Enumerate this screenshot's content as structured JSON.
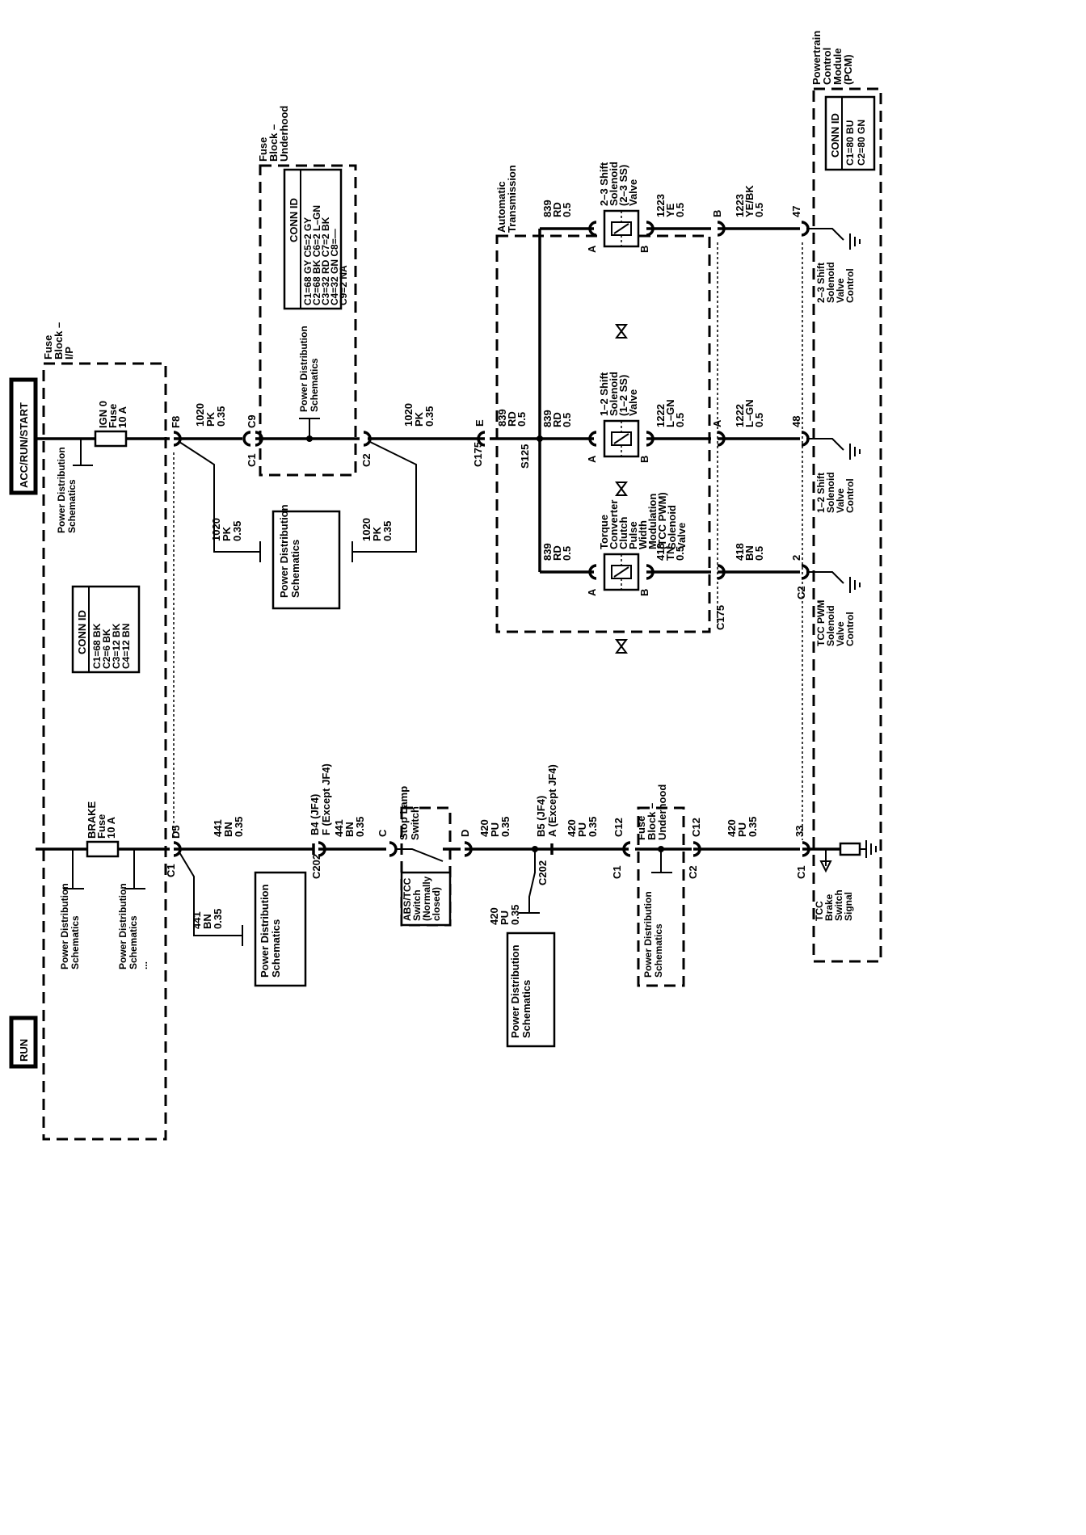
{
  "power": {
    "acc_run_start": "ACC/RUN/START",
    "run": "RUN"
  },
  "modules": {
    "fuse_block_ip": [
      "Fuse",
      "Block –",
      "I/P"
    ],
    "fuse_block_underhood": [
      "Fuse",
      "Block –",
      "Underhood"
    ],
    "fuse_block_underhood_lower": [
      "Fuse",
      "Block –",
      "Underhood"
    ],
    "automatic_transmission": [
      "Automatic",
      "Transmission"
    ],
    "pcm": [
      "Powertrain",
      "Control",
      "Module",
      "(PCM)"
    ]
  },
  "fuses": {
    "ign0": [
      "IGN 0",
      "Fuse",
      "10 A"
    ],
    "brake": [
      "BRAKE",
      "Fuse",
      "10 A"
    ]
  },
  "conn_ids": {
    "ip": {
      "title": "CONN ID",
      "lines": [
        "C1=68 BK",
        "C2=6 BK",
        "C3=12 BK",
        "C4=12 BN"
      ]
    },
    "underhood": {
      "title": "CONN ID",
      "lines": [
        "C1=68 GY  C5=2 GY",
        "C2=68 BK  C6=2 L–GN",
        "C3=32 RD  C7=2 BK",
        "C4=32 GN  C8=—",
        "                 C9=2 NA"
      ]
    },
    "pcm": {
      "title": "CONN ID",
      "lines": [
        "C1=80 BU",
        "C2=80 GN"
      ]
    }
  },
  "power_dist": {
    "label": [
      "Power Distribution",
      "Schematics"
    ],
    "partial": [
      "Power Distribution",
      "Schematics",
      "..."
    ]
  },
  "connectors": {
    "f8": "F8",
    "c1_upper": "C1",
    "c9": "C9",
    "c2_upper": "C2",
    "e": "E",
    "c175_left": "C175",
    "c175_bottom": "C175",
    "s125": "S125",
    "d5": "D5",
    "c1_ip": "C1",
    "b4": "B4 (JF4)",
    "f_except": "F (Except JF4)",
    "c202_top": "C202",
    "c_pin": "C",
    "d_pin": "D",
    "b5": "B5 (JF4)",
    "a_except": "A (Except JF4)",
    "c202_bot": "C202",
    "c12_a": "C12",
    "c1_lower": "C1",
    "c12_b": "C12",
    "c2_lower": "C2",
    "c1_pcm": "C1",
    "pin33": "33",
    "c2_pcm": "C2",
    "pin2": "2",
    "pin48": "48",
    "pin47": "47",
    "pin_a_1": "A",
    "pin_b_1": "B",
    "pin_a_2": "A",
    "pin_b_2": "B",
    "pin_a_3": "A",
    "pin_b_3": "B",
    "trans_a": "A",
    "trans_b": "B"
  },
  "wires": {
    "w1020_a": [
      "1020",
      "PK",
      "0.35"
    ],
    "w1020_b": [
      "1020",
      "PK",
      "0.35"
    ],
    "w1020_c": [
      "1020",
      "PK",
      "0.35"
    ],
    "w1020_d": [
      "1020",
      "PK",
      "0.35"
    ],
    "w839_a": [
      "839",
      "RD",
      "0.5"
    ],
    "w839_b": [
      "839",
      "RD",
      "0.5"
    ],
    "w839_c": [
      "839",
      "RD",
      "0.5"
    ],
    "w839_d": [
      "839",
      "RD",
      "0.5"
    ],
    "w418_a": [
      "418",
      "TN",
      "0.5"
    ],
    "w418_b": [
      "418",
      "BN",
      "0.5"
    ],
    "w1222_a": [
      "1222",
      "L–GN",
      "0.5"
    ],
    "w1222_b": [
      "1222",
      "L–GN",
      "0.5"
    ],
    "w1223_a": [
      "1223",
      "YE",
      "0.5"
    ],
    "w1223_b": [
      "1223",
      "YE/BK",
      "0.5"
    ],
    "w441_a": [
      "441",
      "BN",
      "0.35"
    ],
    "w441_b": [
      "441",
      "BN",
      "0.35"
    ],
    "w441_c": [
      "441",
      "BN",
      "0.35"
    ],
    "w420_a": [
      "420",
      "PU",
      "0.35"
    ],
    "w420_b": [
      "420",
      "PU",
      "0.35"
    ],
    "w420_c": [
      "420",
      "PU",
      "0.35"
    ],
    "w420_d": [
      "420",
      "PU",
      "0.35"
    ]
  },
  "solenoids": {
    "tcc_pwm": [
      "Torque",
      "Converter",
      "Clutch",
      "Pulse",
      "Width",
      "Modulation",
      "(TCC PWM)",
      "Solenoid",
      "Valve"
    ],
    "ss12": [
      "1–2 Shift",
      "Solenoid",
      "(1–2 SS)",
      "Valve"
    ],
    "ss23": [
      "2–3 Shift",
      "Solenoid",
      "(2–3 SS)",
      "Valve"
    ]
  },
  "pcm_signals": {
    "tcc_pwm": [
      "TCC PWM",
      "Solenoid",
      "Valve",
      "Control"
    ],
    "ss12": [
      "1–2 Shift",
      "Solenoid",
      "Valve",
      "Control"
    ],
    "ss23": [
      "2–3 Shift",
      "Solenoid",
      "Valve",
      "Control"
    ],
    "tcc_brake": [
      "TCC",
      "Brake",
      "Switch",
      "Signal"
    ]
  },
  "switch": {
    "stop_lamp": [
      "Stop Lamp",
      "Switch"
    ],
    "abs_tcc": [
      "ABS/TCC",
      "Switch",
      "(Normally",
      "closed)"
    ]
  }
}
